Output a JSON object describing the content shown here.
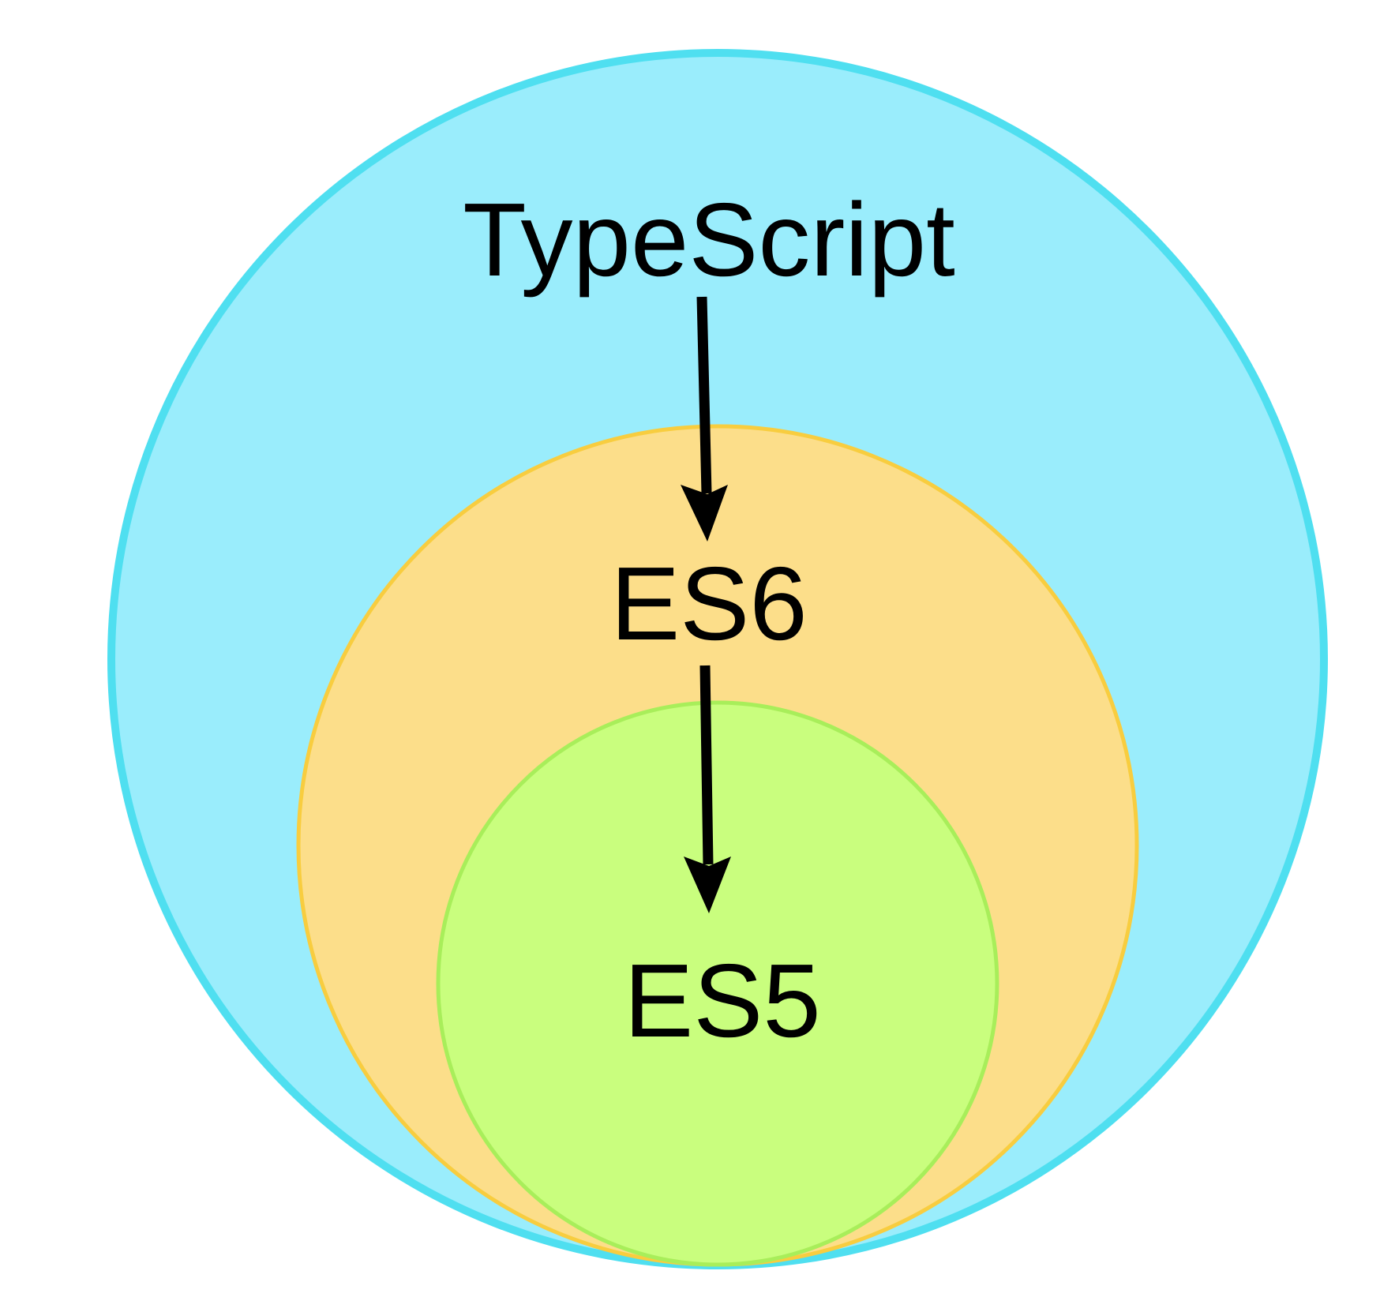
{
  "diagram": {
    "sets": [
      {
        "label": "TypeScript",
        "fill": "#9aedfc",
        "stroke": "#4fdff0"
      },
      {
        "label": "ES6",
        "fill": "#fcde8a",
        "stroke": "#f8cd3f"
      },
      {
        "label": "ES5",
        "fill": "#c9fe7e",
        "stroke": "#a8ee5a"
      }
    ],
    "arrows": [
      {
        "from": "TypeScript",
        "to": "ES6"
      },
      {
        "from": "ES6",
        "to": "ES5"
      }
    ],
    "arrow_color": "#000000"
  }
}
